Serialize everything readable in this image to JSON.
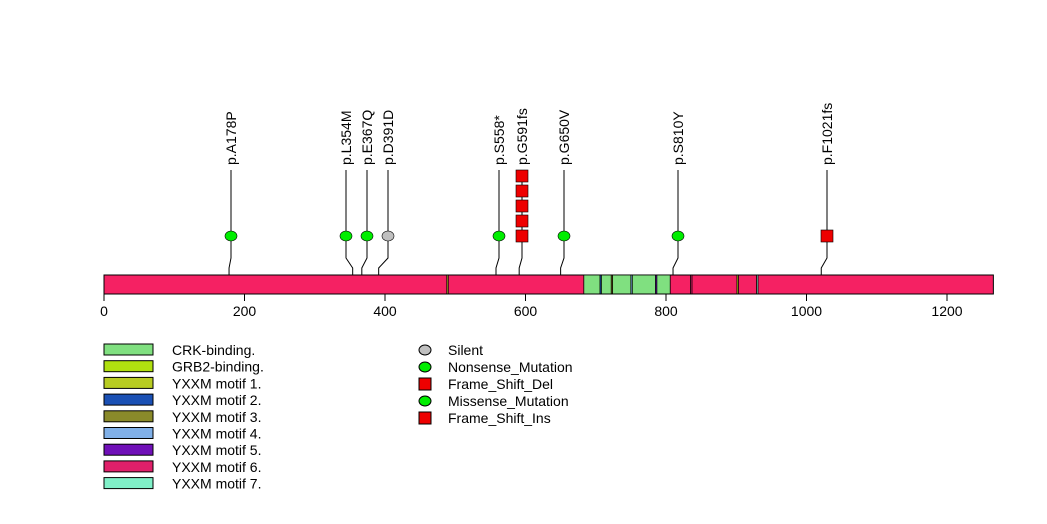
{
  "chart_data": {
    "type": "lollipop",
    "xlim": [
      0,
      1266
    ],
    "xticks": [
      0,
      200,
      400,
      600,
      800,
      1000,
      1200
    ],
    "protein_length": 1266,
    "backbone_color": "#f52163",
    "domains": [
      {
        "name": "YXXM motif 1.",
        "start": 488,
        "end": 490,
        "color": "#b8cc22"
      },
      {
        "name": "CRK-binding.",
        "start": 683,
        "end": 806,
        "color": "#80e080"
      },
      {
        "name": "YXXM motif 2.",
        "start": 706,
        "end": 708,
        "color": "#1a50b4"
      },
      {
        "name": "YXXM motif 3.",
        "start": 722,
        "end": 724,
        "color": "#8a8a2a"
      },
      {
        "name": "YXXM motif 4.",
        "start": 750,
        "end": 752,
        "color": "#80b0e8"
      },
      {
        "name": "YXXM motif 5.",
        "start": 785,
        "end": 787,
        "color": "#7010b8"
      },
      {
        "name": "YXXM motif 6.",
        "start": 835,
        "end": 837,
        "color": "#e0206a"
      },
      {
        "name": "GRB2-binding.",
        "start": 901,
        "end": 903,
        "color": "#b0e010"
      },
      {
        "name": "YXXM motif 7.",
        "start": 929,
        "end": 931,
        "color": "#80f0c8"
      }
    ],
    "mutations": [
      {
        "label": "p.A178P",
        "pos": 178,
        "count": 1,
        "type": "Missense_Mutation"
      },
      {
        "label": "p.L354M",
        "pos": 354,
        "count": 1,
        "type": "Missense_Mutation"
      },
      {
        "label": "p.E367Q",
        "pos": 367,
        "count": 1,
        "type": "Missense_Mutation"
      },
      {
        "label": "p.D391D",
        "pos": 391,
        "count": 1,
        "type": "Silent"
      },
      {
        "label": "p.S558*",
        "pos": 558,
        "count": 1,
        "type": "Nonsense_Mutation"
      },
      {
        "label": "p.G591fs",
        "pos": 591,
        "count": 5,
        "type": "Frame_Shift_Del"
      },
      {
        "label": "p.G650V",
        "pos": 650,
        "count": 1,
        "type": "Missense_Mutation"
      },
      {
        "label": "p.S810Y",
        "pos": 810,
        "count": 1,
        "type": "Missense_Mutation"
      },
      {
        "label": "p.F1021fs",
        "pos": 1021,
        "count": 1,
        "type": "Frame_Shift_Del"
      }
    ],
    "domain_legend": [
      {
        "name": "CRK-binding.",
        "color": "#80e080"
      },
      {
        "name": "GRB2-binding.",
        "color": "#b0e010"
      },
      {
        "name": "YXXM motif 1.",
        "color": "#b8cc22"
      },
      {
        "name": "YXXM motif 2.",
        "color": "#1a50b4"
      },
      {
        "name": "YXXM motif 3.",
        "color": "#8a8a2a"
      },
      {
        "name": "YXXM motif 4.",
        "color": "#80b0e8"
      },
      {
        "name": "YXXM motif 5.",
        "color": "#7010b8"
      },
      {
        "name": "YXXM motif 6.",
        "color": "#e0206a"
      },
      {
        "name": "YXXM motif 7.",
        "color": "#80f0c8"
      }
    ],
    "type_legend": [
      {
        "name": "Silent",
        "shape": "circle",
        "color": "#c0c0c0"
      },
      {
        "name": "Nonsense_Mutation",
        "shape": "circle",
        "color": "#00ee00"
      },
      {
        "name": "Frame_Shift_Del",
        "shape": "square",
        "color": "#ee0000"
      },
      {
        "name": "Missense_Mutation",
        "shape": "circle",
        "color": "#00ee00"
      },
      {
        "name": "Frame_Shift_Ins",
        "shape": "square",
        "color": "#ee0000"
      }
    ]
  }
}
